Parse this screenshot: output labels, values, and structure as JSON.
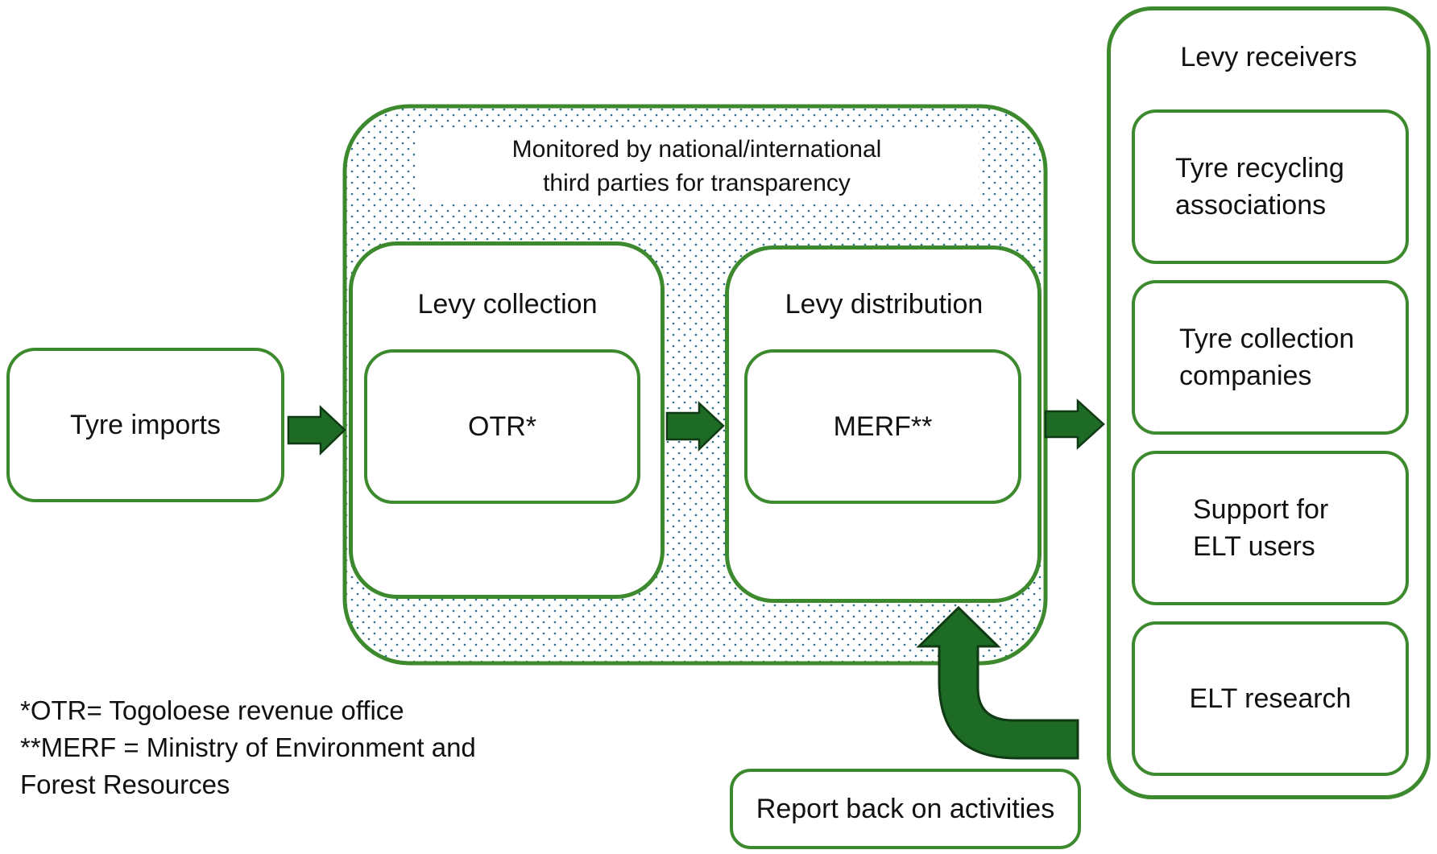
{
  "colors": {
    "box_border": "#3d8a2e",
    "arrow_fill": "#1e6b26",
    "arrow_outline": "#0f3a14",
    "pattern_dot": "#2c6e8c"
  },
  "input": {
    "label": "Tyre imports"
  },
  "monitor": {
    "line1": "Monitored by national/international",
    "line2": "third parties for transparency"
  },
  "collection": {
    "title": "Levy collection",
    "agency": "OTR*"
  },
  "distribution": {
    "title": "Levy distribution",
    "agency": "MERF**"
  },
  "receivers": {
    "title": "Levy receivers",
    "items": [
      {
        "line1": "Tyre recycling",
        "line2": "associations"
      },
      {
        "line1": "Tyre collection",
        "line2": "companies"
      },
      {
        "line1": "Support for",
        "line2": "ELT users"
      },
      {
        "line1": "ELT research",
        "line2": ""
      }
    ]
  },
  "report": {
    "label": "Report back on activities"
  },
  "footnotes": {
    "otr": "*OTR= Togoloese revenue office",
    "merf_line1": "**MERF = Ministry of Environment and",
    "merf_line2": "Forest Resources"
  }
}
